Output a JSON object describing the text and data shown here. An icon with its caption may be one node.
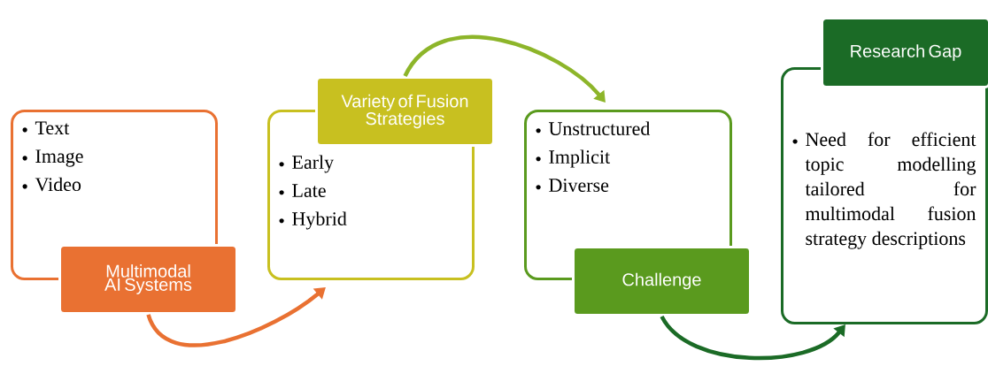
{
  "diagram": {
    "nodes": [
      {
        "text": [
          "Text",
          "Image",
          "Video"
        ]
      },
      {
        "text": [
          "Multimodal AI Systems"
        ]
      },
      {
        "text": [
          "Early",
          "Late",
          "Hybrid"
        ]
      },
      {
        "text": [
          "Variety of Fusion Strategies"
        ]
      },
      {
        "text": [
          "Unstructured",
          "Implicit",
          "Diverse"
        ]
      },
      {
        "text": [
          "Challenge"
        ]
      },
      {
        "text": [
          "Need for efficient topic modelling tailored for multimodal fusion strategy descriptions"
        ]
      },
      {
        "text": [
          "Research Gap"
        ]
      }
    ],
    "edges": [
      {
        "from": 1,
        "to": 2,
        "arrow": "to",
        "color": "#e97132"
      },
      {
        "from": 3,
        "to": 4,
        "arrow": "to",
        "color": "#8db52a"
      },
      {
        "from": 5,
        "to": 6,
        "arrow": "to",
        "color": "#1b6b26"
      }
    ]
  }
}
